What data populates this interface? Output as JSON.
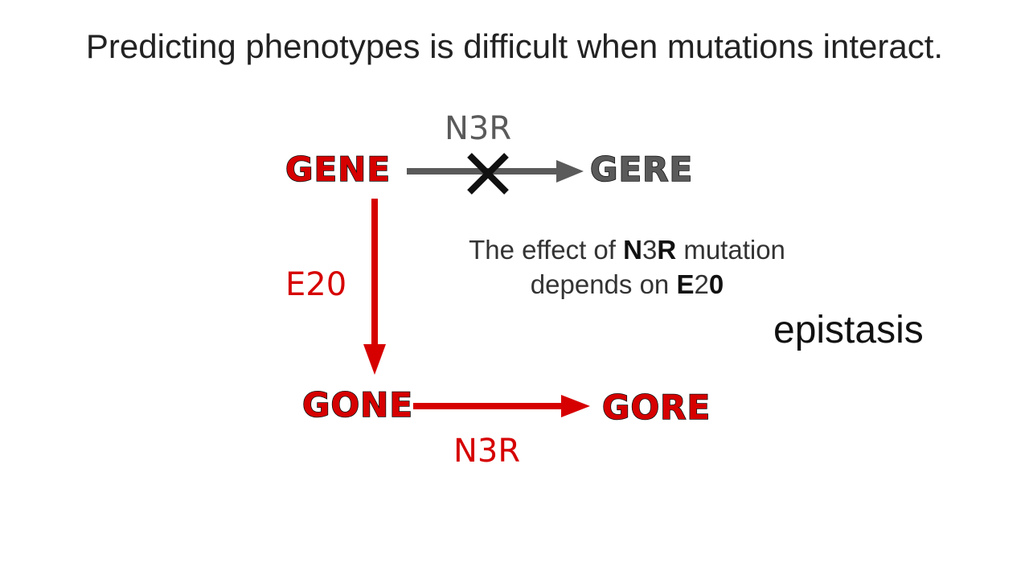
{
  "title": "Predicting phenotypes is difficult when mutations interact.",
  "nodes": {
    "gene": "GENE",
    "gere": "GERE",
    "gone": "GONE",
    "gore": "GORE"
  },
  "mutations": {
    "top": "N3R",
    "left": "E20",
    "bottom": "N3R"
  },
  "note": {
    "line1_bold_a": "N",
    "line1_plain_a": "3",
    "line1_bold_b": "R",
    "line1_prefix": "The effect of ",
    "line1_suffix": " mutation",
    "line2_prefix": "depends on ",
    "line2_bold_a": "E",
    "line2_plain_a": "2",
    "line2_bold_b": "0"
  },
  "term": "epistasis",
  "colors": {
    "red": "#d60000",
    "gray": "#5a5a5a",
    "black": "#111111"
  },
  "icons": {
    "blocked": "cross-icon"
  }
}
